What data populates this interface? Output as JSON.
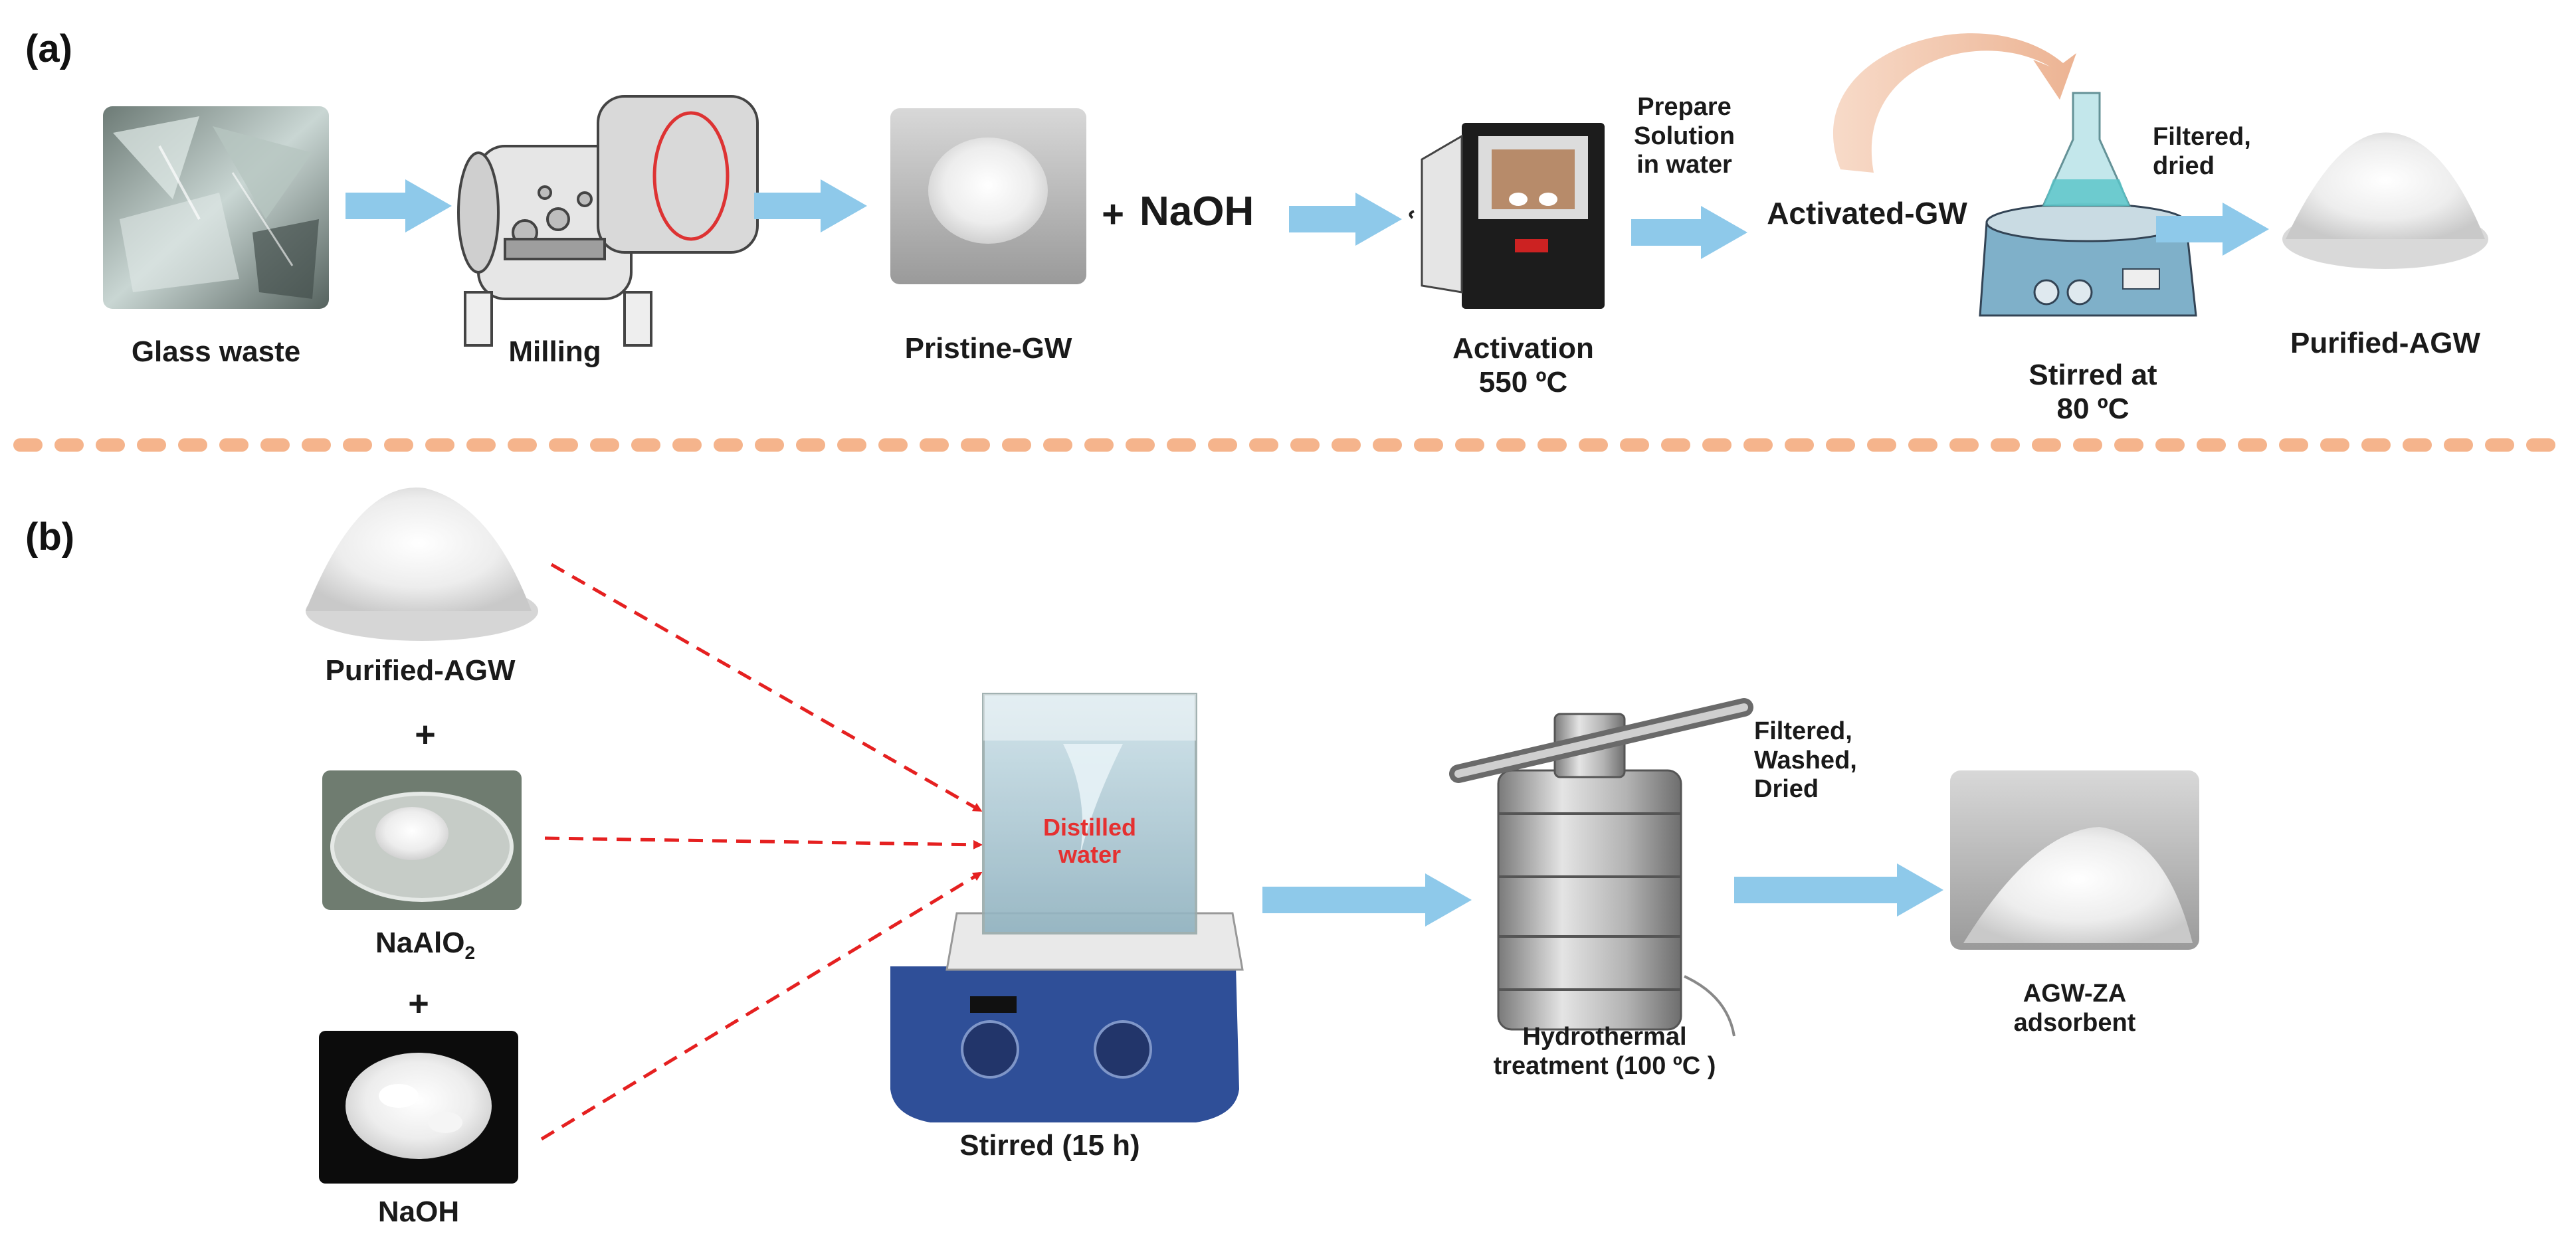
{
  "panels": {
    "a": "(a)",
    "b": "(b)"
  },
  "panel_a": {
    "glass_waste": "Glass waste",
    "milling": "Milling",
    "pristine": "Pristine-GW",
    "plus": "+",
    "naoh": "NaOH",
    "activation_line1": "Activation",
    "activation_line2": "550 ºC",
    "prepare_line1": "Prepare",
    "prepare_line2": "Solution",
    "prepare_line3": "in water",
    "activated_gw": "Activated-GW",
    "stirred_line1": "Stirred at",
    "stirred_line2": "80 ºC",
    "filtered_line1": "Filtered,",
    "filtered_line2": "dried",
    "purified": "Purified-AGW"
  },
  "panel_b": {
    "purified": "Purified-AGW",
    "plus1": "+",
    "naalo2_main": "NaAlO",
    "naalo2_sub": "2",
    "plus2": "+",
    "naoh": "NaOH",
    "distilled_line1": "Distilled",
    "distilled_line2": "water",
    "stirred": "Stirred (15 h)",
    "hydro_line1": "Hydrothermal",
    "hydro_line2": "treatment (100 ºC )",
    "filtered_line1": "Filtered,",
    "filtered_line2": "Washed,",
    "filtered_line3": "Dried",
    "product_line1": "AGW-ZA",
    "product_line2": "adsorbent"
  },
  "colors": {
    "arrow_blue": "#8ec9ea",
    "divider_orange": "#f5b48c",
    "red_dashed": "#e52020",
    "distilled_text": "#e53030"
  }
}
